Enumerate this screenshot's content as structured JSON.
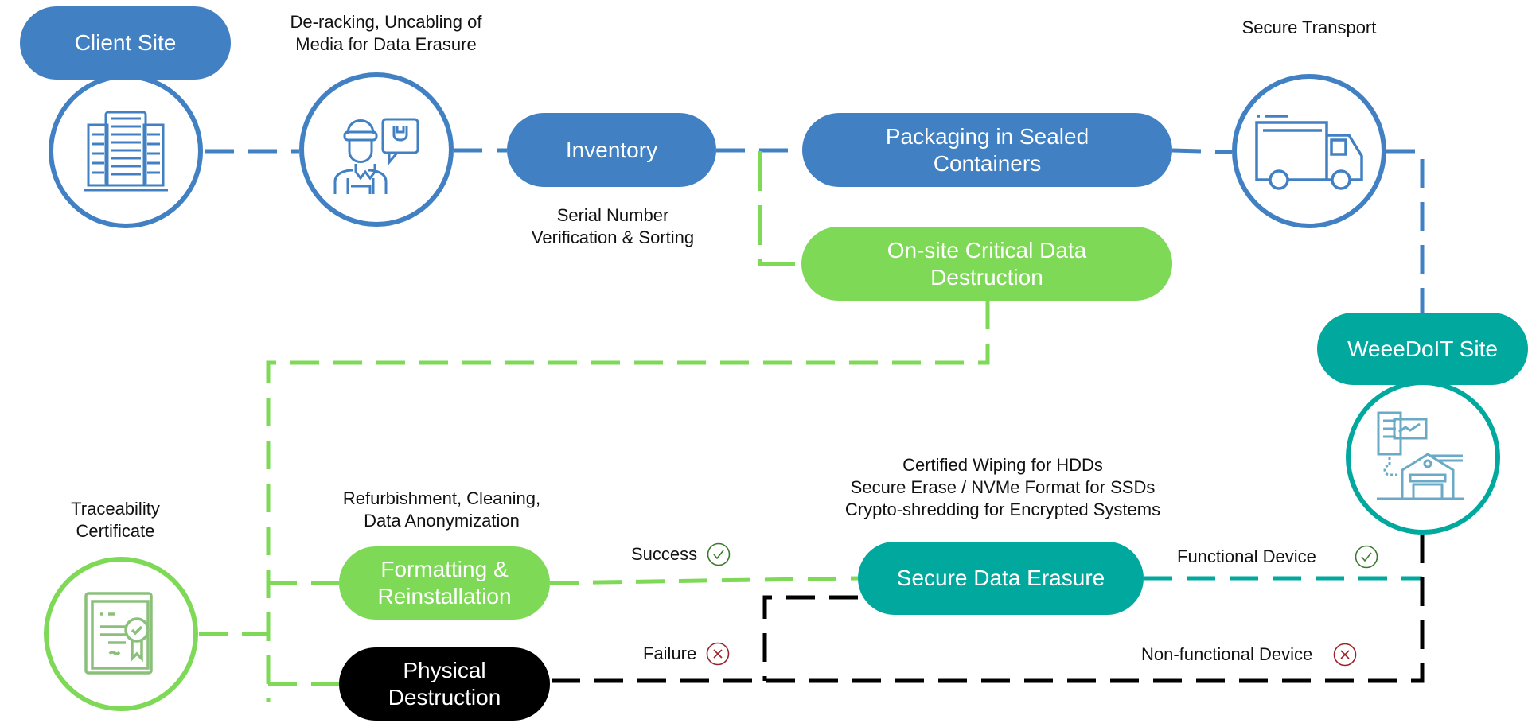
{
  "colors": {
    "blue": "#4180c3",
    "green": "#7ed957",
    "teal": "#01a89e",
    "black": "#000000",
    "success": "#3a7a2e",
    "failure": "#9b2226"
  },
  "nodes": {
    "client_site": {
      "label": "Client Site",
      "icon": "server-rack-icon"
    },
    "deracking": {
      "caption": "De-racking, Uncabling of\nMedia for Data Erasure",
      "icon": "technician-icon"
    },
    "inventory": {
      "label": "Inventory",
      "caption": "Serial Number\nVerification & Sorting"
    },
    "packaging": {
      "label": "Packaging in Sealed\nContainers"
    },
    "onsite_destruction": {
      "label": "On-site Critical Data\nDestruction"
    },
    "transport": {
      "caption": "Secure Transport",
      "icon": "truck-icon"
    },
    "weeedoit_site": {
      "label": "WeeeDoIT Site",
      "icon": "warehouse-icon"
    },
    "secure_erasure": {
      "label": "Secure Data Erasure",
      "caption": "Certified Wiping for HDDs\nSecure Erase / NVMe Format for SSDs\nCrypto-shredding for Encrypted Systems"
    },
    "formatting": {
      "label": "Formatting &\nReinstallation",
      "caption": "Refurbishment, Cleaning,\nData Anonymization"
    },
    "physical_destruction": {
      "label": "Physical\nDestruction"
    },
    "certificate": {
      "caption": "Traceability\nCertificate",
      "icon": "certificate-icon"
    }
  },
  "statuses": {
    "success": {
      "label": "Success",
      "icon": "check-circle-icon"
    },
    "failure": {
      "label": "Failure",
      "icon": "x-circle-icon"
    },
    "functional": {
      "label": "Functional Device",
      "icon": "check-circle-icon"
    },
    "non_functional": {
      "label": "Non-functional Device",
      "icon": "x-circle-icon"
    }
  }
}
